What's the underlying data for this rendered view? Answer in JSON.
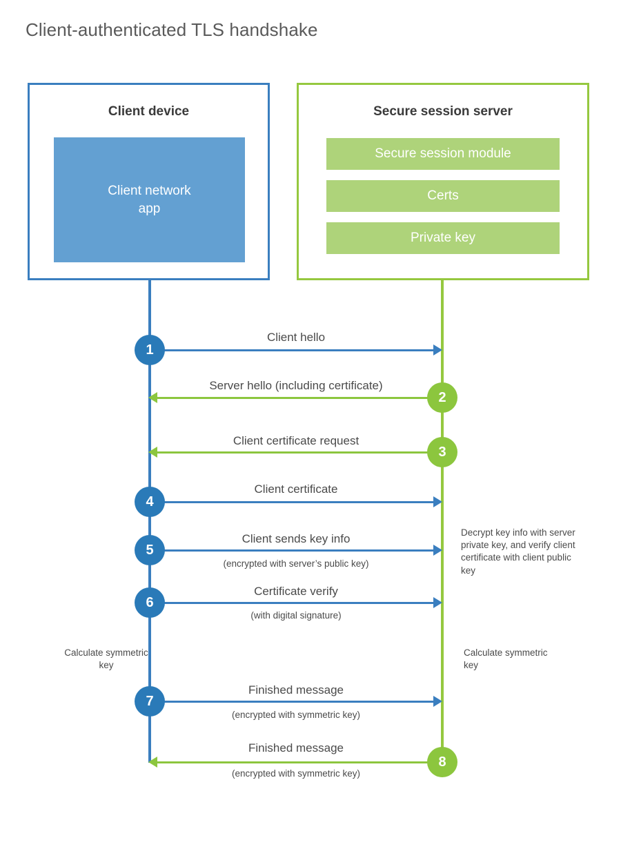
{
  "title": "Client-authenticated TLS handshake",
  "colors": {
    "client_accent": "#3a7ebf",
    "client_fill": "#63a0d2",
    "client_circle": "#2a7ab8",
    "server_accent": "#95c83f",
    "server_fill": "#aed37a",
    "server_circle": "#8cc63e",
    "text": "#4a4a4a"
  },
  "client": {
    "title": "Client device",
    "app_label": "Client network\napp",
    "app_label_line1": "Client network",
    "app_label_line2": "app"
  },
  "server": {
    "title": "Secure session server",
    "components": [
      {
        "label": "Secure session module"
      },
      {
        "label": "Certs"
      },
      {
        "label": "Private key"
      }
    ]
  },
  "messages": [
    {
      "step": "1",
      "label": "Client hello",
      "sub": "",
      "direction": "client-to-server",
      "color": "blue"
    },
    {
      "step": "2",
      "label": "Server hello (including certificate)",
      "sub": "",
      "direction": "server-to-client",
      "color": "green"
    },
    {
      "step": "3",
      "label": "Client certificate request",
      "sub": "",
      "direction": "server-to-client",
      "color": "green"
    },
    {
      "step": "4",
      "label": "Client certificate",
      "sub": "",
      "direction": "client-to-server",
      "color": "blue"
    },
    {
      "step": "5",
      "label": "Client sends key info",
      "sub": "(encrypted with server’s public key)",
      "direction": "client-to-server",
      "color": "blue"
    },
    {
      "step": "6",
      "label": "Certificate verify",
      "sub": "(with digital signature)",
      "direction": "client-to-server",
      "color": "blue"
    },
    {
      "step": "7",
      "label": "Finished message",
      "sub": "(encrypted with symmetric key)",
      "direction": "client-to-server",
      "color": "blue"
    },
    {
      "step": "8",
      "label": "Finished message",
      "sub": "(encrypted with symmetric key)",
      "direction": "server-to-client",
      "color": "green"
    }
  ],
  "annotations": {
    "server_decrypt": "Decrypt key info with server private key, and verify client certificate with client public key",
    "client_calculate": "Calculate symmetric key",
    "server_calculate": "Calculate symmetric key"
  }
}
